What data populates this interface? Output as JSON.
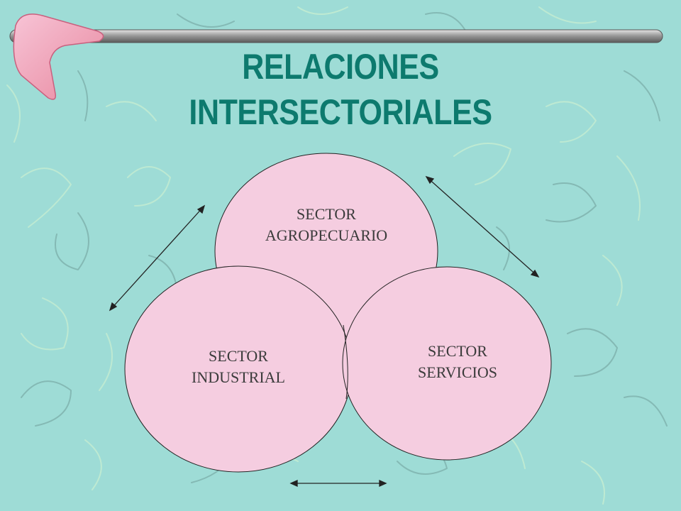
{
  "title": {
    "line1": "RELACIONES",
    "line2": "INTERSECTORIALES"
  },
  "sectors": {
    "agro": {
      "line1": "SECTOR",
      "line2": "AGROPECUARIO"
    },
    "industrial": {
      "line1": "SECTOR",
      "line2": "INDUSTRIAL"
    },
    "servicios": {
      "line1": "SECTOR",
      "line2": "SERVICIOS"
    }
  },
  "colors": {
    "background": "#9edcd6",
    "title": "#0d7a6e",
    "circle_fill": "#f5cde0",
    "bar": "#8a8a8a",
    "boomerang": "#f2a7c0"
  }
}
